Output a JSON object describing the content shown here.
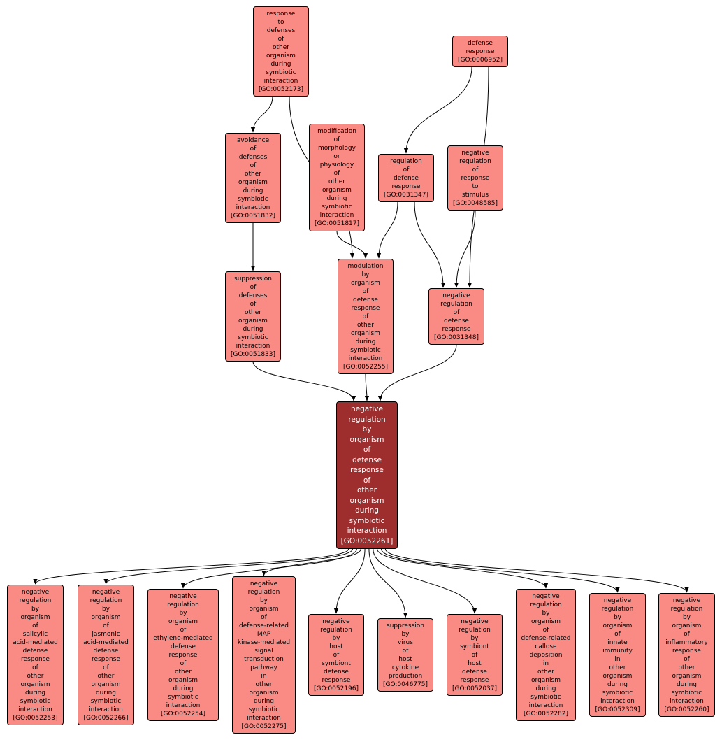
{
  "colors": {
    "node_fill": "#fa8a84",
    "focus_fill": "#9e2d2d",
    "edge": "#000000"
  },
  "nodes": {
    "go0052173": {
      "label": "response\nto\ndefenses\nof\nother\norganism\nduring\nsymbiotic\ninteraction\n[GO:0052173]"
    },
    "go0006952": {
      "label": "defense\nresponse\n[GO:0006952]"
    },
    "go0051832": {
      "label": "avoidance\nof\ndefenses\nof\nother\norganism\nduring\nsymbiotic\ninteraction\n[GO:0051832]"
    },
    "go0051817": {
      "label": "modification\nof\nmorphology\nor\nphysiology\nof\nother\norganism\nduring\nsymbiotic\ninteraction\n[GO:0051817]"
    },
    "go0031347": {
      "label": "regulation\nof\ndefense\nresponse\n[GO:0031347]"
    },
    "go0048585": {
      "label": "negative\nregulation\nof\nresponse\nto\nstimulus\n[GO:0048585]"
    },
    "go0051833": {
      "label": "suppression\nof\ndefenses\nof\nother\norganism\nduring\nsymbiotic\ninteraction\n[GO:0051833]"
    },
    "go0052255": {
      "label": "modulation\nby\norganism\nof\ndefense\nresponse\nof\nother\norganism\nduring\nsymbiotic\ninteraction\n[GO:0052255]"
    },
    "go0031348": {
      "label": "negative\nregulation\nof\ndefense\nresponse\n[GO:0031348]"
    },
    "go0052261": {
      "label": "negative\nregulation\nby\norganism\nof\ndefense\nresponse\nof\nother\norganism\nduring\nsymbiotic\ninteraction\n[GO:0052261]"
    },
    "go0052253": {
      "label": "negative\nregulation\nby\norganism\nof\nsalicylic\nacid-mediated\ndefense\nresponse\nof\nother\norganism\nduring\nsymbiotic\ninteraction\n[GO:0052253]"
    },
    "go0052266": {
      "label": "negative\nregulation\nby\norganism\nof\njasmonic\nacid-mediated\ndefense\nresponse\nof\nother\norganism\nduring\nsymbiotic\ninteraction\n[GO:0052266]"
    },
    "go0052254": {
      "label": "negative\nregulation\nby\norganism\nof\nethylene-mediated\ndefense\nresponse\nof\nother\norganism\nduring\nsymbiotic\ninteraction\n[GO:0052254]"
    },
    "go0052275": {
      "label": "negative\nregulation\nby\norganism\nof\ndefense-related\nMAP\nkinase-mediated\nsignal\ntransduction\npathway\nin\nother\norganism\nduring\nsymbiotic\ninteraction\n[GO:0052275]"
    },
    "go0052196": {
      "label": "negative\nregulation\nby\nhost\nof\nsymbiont\ndefense\nresponse\n[GO:0052196]"
    },
    "go0046775": {
      "label": "suppression\nby\nvirus\nof\nhost\ncytokine\nproduction\n[GO:0046775]"
    },
    "go0052037": {
      "label": "negative\nregulation\nby\nsymbiont\nof\nhost\ndefense\nresponse\n[GO:0052037]"
    },
    "go0052282": {
      "label": "negative\nregulation\nby\norganism\nof\ndefense-related\ncallose\ndeposition\nin\nother\norganism\nduring\nsymbiotic\ninteraction\n[GO:0052282]"
    },
    "go0052309": {
      "label": "negative\nregulation\nby\norganism\nof\ninnate\nimmunity\nin\nother\norganism\nduring\nsymbiotic\ninteraction\n[GO:0052309]"
    },
    "go0052260": {
      "label": "negative\nregulation\nby\norganism\nof\ninflammatory\nresponse\nof\nother\norganism\nduring\nsymbiotic\ninteraction\n[GO:0052260]"
    }
  },
  "edges": [
    [
      "go0052173",
      "go0051832"
    ],
    [
      "go0052173",
      "go0052255"
    ],
    [
      "go0051817",
      "go0052255"
    ],
    [
      "go0031347",
      "go0052255"
    ],
    [
      "go0006952",
      "go0031347"
    ],
    [
      "go0006952",
      "go0031348"
    ],
    [
      "go0031347",
      "go0031348"
    ],
    [
      "go0048585",
      "go0031348"
    ],
    [
      "go0051832",
      "go0051833"
    ],
    [
      "go0051833",
      "go0052261"
    ],
    [
      "go0052255",
      "go0052261"
    ],
    [
      "go0031348",
      "go0052261"
    ],
    [
      "go0052261",
      "go0052253"
    ],
    [
      "go0052261",
      "go0052266"
    ],
    [
      "go0052261",
      "go0052254"
    ],
    [
      "go0052261",
      "go0052275"
    ],
    [
      "go0052261",
      "go0052196"
    ],
    [
      "go0052261",
      "go0046775"
    ],
    [
      "go0052261",
      "go0052037"
    ],
    [
      "go0052261",
      "go0052282"
    ],
    [
      "go0052261",
      "go0052309"
    ],
    [
      "go0052261",
      "go0052260"
    ]
  ]
}
